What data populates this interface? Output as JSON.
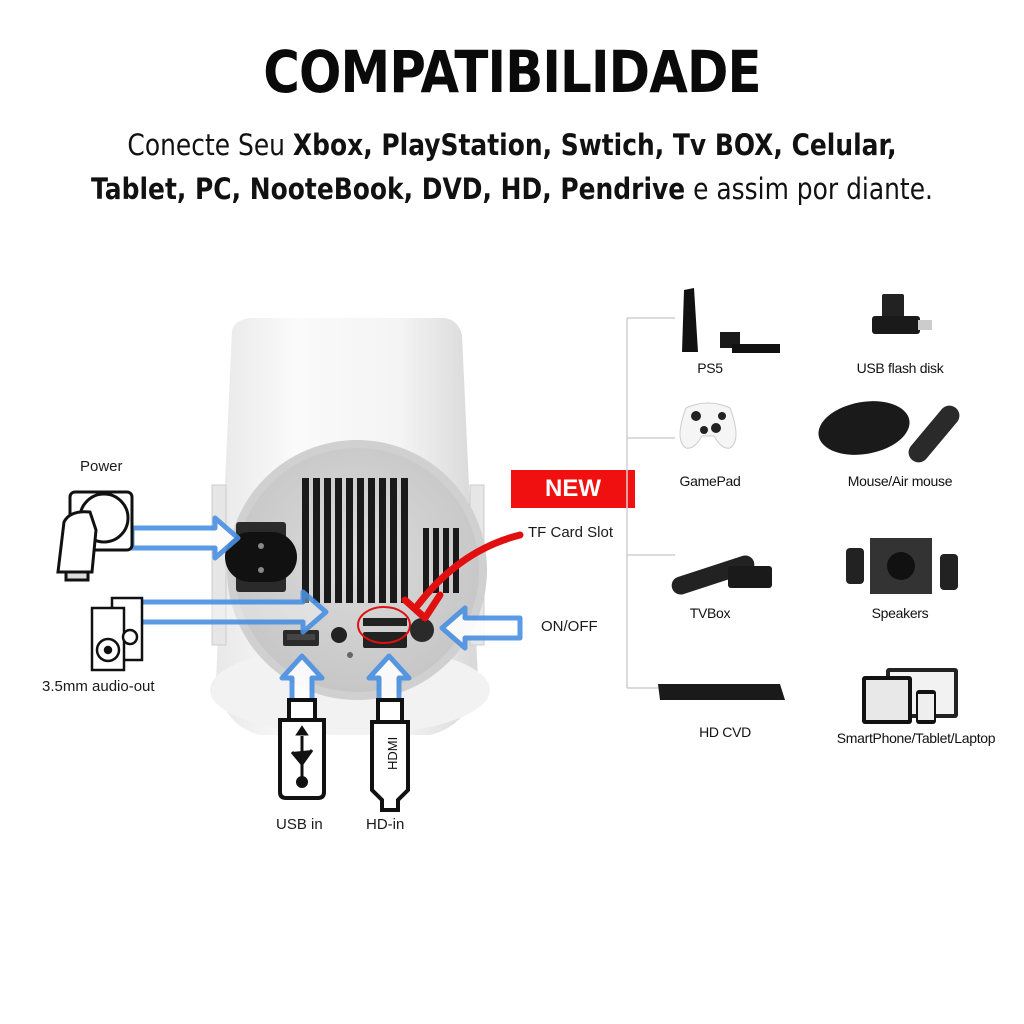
{
  "header": {
    "title": "COMPATIBILIDADE",
    "line1": {
      "prefix": "Conecte Seu ",
      "bold": "Xbox, PlayStation, Swtich, Tv BOX,  Celular,"
    },
    "line2": {
      "bold": "Tablet, PC, NooteBook, DVD, HD, Pendrive",
      "suffix": " e assim por diante."
    }
  },
  "ports": {
    "power": "Power",
    "audio": "3.5mm audio-out",
    "usb": "USB in",
    "hdmi": "HD-in",
    "hdmi_plug_text": "HDMI",
    "tf_card": "TF Card Slot",
    "on_off": "ON/OFF",
    "new_badge": "NEW"
  },
  "devices": [
    {
      "label": "PS5",
      "icon": "console-icon"
    },
    {
      "label": "USB flash disk",
      "icon": "usb-flash-icon"
    },
    {
      "label": "GamePad",
      "icon": "gamepad-icon"
    },
    {
      "label": "Mouse/Air mouse",
      "icon": "mouse-icon"
    },
    {
      "label": "TVBox",
      "icon": "tvbox-icon"
    },
    {
      "label": "Speakers",
      "icon": "speakers-icon"
    },
    {
      "label": "HD CVD",
      "icon": "dvd-player-icon"
    },
    {
      "label": "SmartPhone/Tablet/Laptop",
      "icon": "devices-icon"
    }
  ],
  "colors": {
    "arrow_blue": "#4a90e2",
    "new_red": "#f01010",
    "highlight_red": "#e01010"
  }
}
